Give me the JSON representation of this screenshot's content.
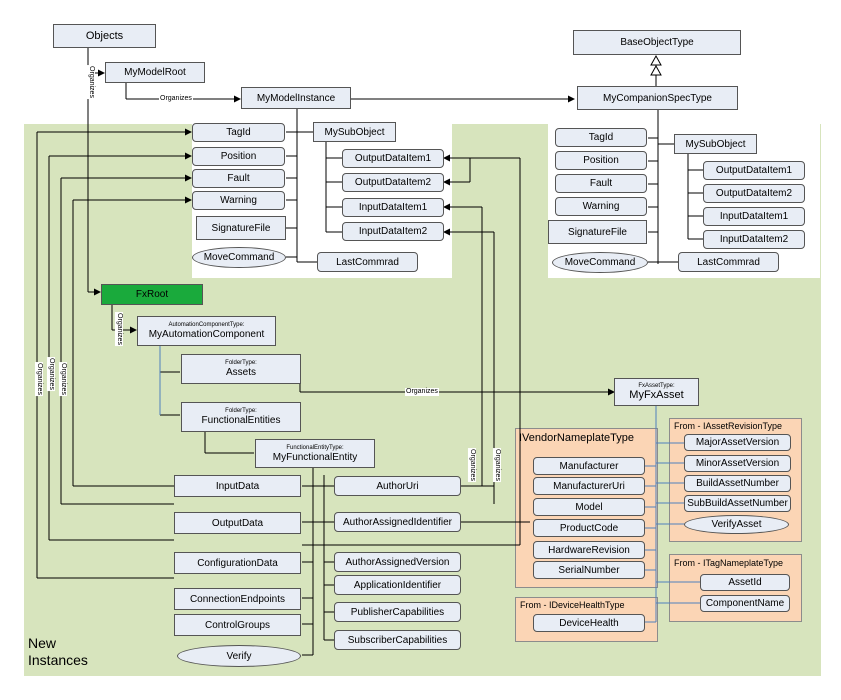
{
  "caption": [
    "New",
    "Instances"
  ],
  "relations": {
    "organizes": "Organizes"
  },
  "nodes": {
    "objects": "Objects",
    "my_model_root": "MyModelRoot",
    "my_model_instance": "MyModelInstance",
    "base_object_type": "BaseObjectType",
    "my_companion_spec_type": "MyCompanionSpecType",
    "fx_root": "FxRoot",
    "automation_component": {
      "type": "AutomationComponentType:",
      "name": "MyAutomationComponent"
    },
    "assets": {
      "type": "FolderType:",
      "name": "Assets"
    },
    "functional_entities": {
      "type": "FolderType:",
      "name": "FunctionalEntities"
    },
    "functional_entity": {
      "type": "FunctionalEntityType:",
      "name": "MyFunctionalEntity"
    },
    "fx_asset": {
      "type": "FxAssetType:",
      "name": "MyFxAsset"
    }
  },
  "instance_props": {
    "tag_id": "TagId",
    "position": "Position",
    "fault": "Fault",
    "warning": "Warning",
    "signature_file": "SignatureFile",
    "move_command": "MoveCommand",
    "last_command": "LastCommrad",
    "sub_object": "MySubObject",
    "output1": "OutputDataItem1",
    "output2": "OutputDataItem2",
    "input1": "InputDataItem1",
    "input2": "InputDataItem2"
  },
  "type_props": {
    "tag_id": "TagId",
    "position": "Position",
    "fault": "Fault",
    "warning": "Warning",
    "signature_file": "SignatureFile",
    "move_command": "MoveCommand",
    "last_command": "LastCommrad",
    "sub_object": "MySubObject",
    "output1": "OutputDataItem1",
    "output2": "OutputDataItem2",
    "input1": "InputDataItem1",
    "input2": "InputDataItem2"
  },
  "entity_left": {
    "input_data": "InputData",
    "output_data": "OutputData",
    "configuration_data": "ConfigurationData",
    "connection_endpoints": "ConnectionEndpoints",
    "control_groups": "ControlGroups",
    "verify": "Verify"
  },
  "entity_right": {
    "author_uri": "AuthorUri",
    "author_assigned_identifier": "AuthorAssignedIdentifier",
    "author_assigned_version": "AuthorAssignedVersion",
    "application_identifier": "ApplicationIdentifier",
    "publisher_capabilities": "PublisherCapabilities",
    "subscriber_capabilities": "SubscriberCapabilities"
  },
  "vendor_nameplate": {
    "title": "IVendorNameplateType",
    "items": [
      "Manufacturer",
      "ManufacturerUri",
      "Model",
      "ProductCode",
      "HardwareRevision",
      "SerialNumber"
    ]
  },
  "asset_revision": {
    "title": "From - IAssetRevisionType",
    "items": [
      "MajorAssetVersion",
      "MinorAssetVersion",
      "BuildAssetNumber",
      "SubBuildAssetNumber"
    ],
    "verify": "VerifyAsset"
  },
  "tag_nameplate": {
    "title": "From - ITagNameplateType",
    "items": [
      "AssetId",
      "ComponentName"
    ]
  },
  "device_health": {
    "title": "From - IDeviceHealthType",
    "item": "DeviceHealth"
  },
  "colors": {
    "green_area": "#d7e4bd",
    "orange_group": "#fbd5b5",
    "node_fill": "#e8edf5",
    "fx_root": "#1aaa3c",
    "link_blue": "#4f81bd"
  }
}
